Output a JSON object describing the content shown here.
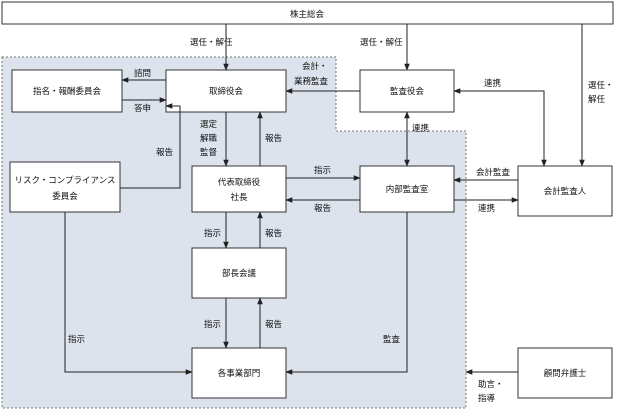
{
  "boxes": {
    "shareholders": "株主総会",
    "nomination": "指名・報酬委員会",
    "board": "取締役会",
    "audit_board": "監査役会",
    "compliance_line1": "リスク・コンプライアンス",
    "compliance_line2": "委員会",
    "president_line1": "代表取締役",
    "president_line2": "社長",
    "internal_audit": "内部監査室",
    "accounting_auditor": "会計監査人",
    "managers_meeting": "部長会議",
    "departments": "各事業部門",
    "legal_advisor": "顧問弁護士"
  },
  "labels": {
    "elect_dismiss_1": "選任・解任",
    "elect_dismiss_2": "選任・解任",
    "elect_right_1": "選任・",
    "elect_right_2": "解任",
    "inquiry": "諮問",
    "answer": "答申",
    "accounting_business_audit_1": "会計・",
    "accounting_business_audit_2": "業務監査",
    "cooperation_1": "連携",
    "cooperation_2": "連携",
    "cooperation_3": "連携",
    "appoint_1": "選定",
    "appoint_2": "解職",
    "appoint_3": "監督",
    "report_board": "報告",
    "report_compliance": "報告",
    "instruct_audit": "指示",
    "report_audit": "報告",
    "accounting_audit": "会計監査",
    "instruct_managers": "指示",
    "report_managers": "報告",
    "instruct_depts_1": "指示",
    "report_depts": "報告",
    "instruct_compliance": "指示",
    "audit": "監査",
    "advice_1": "助言・",
    "advice_2": "指導"
  }
}
